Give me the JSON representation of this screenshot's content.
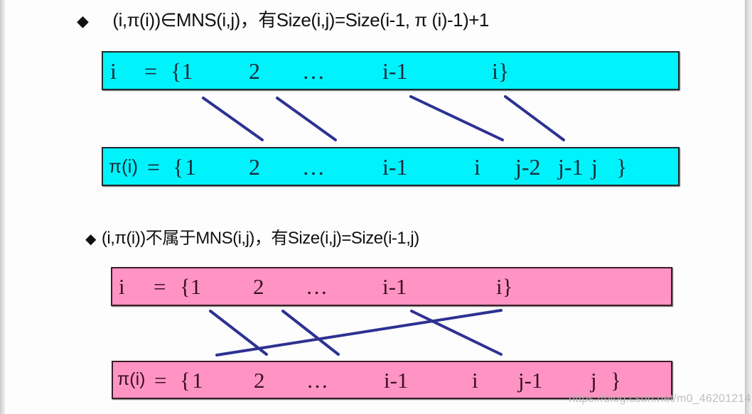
{
  "section1": {
    "bullet": "◆",
    "condition": "(i,π(i))∈MNS(i,j)，有Size(i,j)=Size(i-1, π (i)-1)+1",
    "top_row": {
      "label": "i",
      "tokens": [
        "=",
        "{1",
        "2",
        "…",
        "i-1",
        "i}"
      ]
    },
    "bottom_row": {
      "label": "π(i)",
      "tokens": [
        "=",
        "{",
        "1",
        "2",
        "…",
        "i-1",
        "i",
        "j-2",
        "j-1",
        "j",
        "}"
      ]
    },
    "links": [
      {
        "from": "1",
        "to": "2"
      },
      {
        "from": "2",
        "to": "…"
      },
      {
        "from": "i-1",
        "to": "i"
      },
      {
        "from": "i",
        "to": "j-2"
      }
    ],
    "colors": {
      "fill": "#00f3fb",
      "line": "#2e3192"
    }
  },
  "section2": {
    "bullet": "◆",
    "condition": "(i,π(i))不属于MNS(i,j)，有Size(i,j)=Size(i-1,j)",
    "top_row": {
      "label": "i",
      "tokens": [
        "=",
        "{1",
        "2",
        "…",
        "i-1",
        "i}"
      ]
    },
    "bottom_row": {
      "label": "π(i)",
      "tokens": [
        "=",
        "{",
        "1",
        "2",
        "…",
        "i-1",
        "i",
        "j-1",
        "j",
        "}"
      ]
    },
    "links": [
      {
        "from": "1",
        "to": "2"
      },
      {
        "from": "2",
        "to": "…"
      },
      {
        "from": "i-1",
        "to": "i"
      },
      {
        "from": "i",
        "to": "1"
      }
    ],
    "colors": {
      "fill": "#ff94c4",
      "line": "#2e3192"
    }
  },
  "watermark": "https://blog.csdn.net/m0_46201214"
}
